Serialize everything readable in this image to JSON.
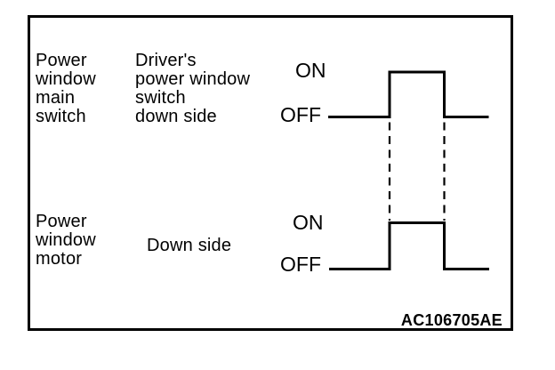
{
  "figure_code": "AC106705AE",
  "colors": {
    "ink": "#000000",
    "background": "#ffffff"
  },
  "rows": [
    {
      "device": {
        "lines": [
          "Power",
          "window",
          "main",
          "switch"
        ]
      },
      "signal": {
        "lines": [
          "Driver's",
          "power window",
          "switch",
          "down side"
        ]
      },
      "on_label": "ON",
      "off_label": "OFF"
    },
    {
      "device": {
        "lines": [
          "Power",
          "window",
          "motor"
        ]
      },
      "signal": {
        "lines": [
          "Down side"
        ]
      },
      "on_label": "ON",
      "off_label": "OFF"
    }
  ],
  "chart_data": {
    "type": "timing",
    "signals": [
      {
        "device": "Power window main switch",
        "name": "Driver's power window switch down side",
        "states": [
          "OFF",
          "ON",
          "OFF"
        ]
      },
      {
        "device": "Power window motor",
        "name": "Down side",
        "states": [
          "OFF",
          "ON",
          "OFF"
        ]
      }
    ],
    "alignment": "Dashed guides show the switch ON pulse and motor ON pulse are simultaneous",
    "legend_position": "none",
    "grid": false
  }
}
